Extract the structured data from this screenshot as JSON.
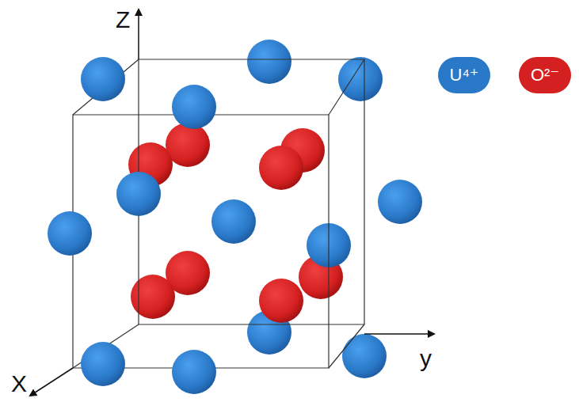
{
  "diagram": {
    "labels": [
      "Z",
      "y",
      "X"
    ],
    "legend": [
      {
        "text": "U⁴⁺",
        "color": "#2a78c8"
      },
      {
        "text": "O²⁻",
        "color": "#d42020"
      }
    ]
  }
}
